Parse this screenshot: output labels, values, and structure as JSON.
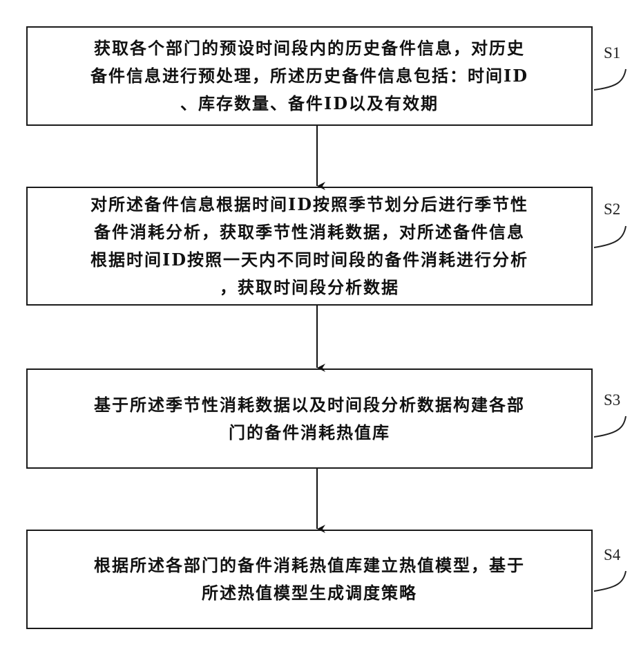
{
  "steps": [
    {
      "id": "S1",
      "label": "S1",
      "text": "获取各个部门的预设时间段内的历史备件信息，对历史\n备件信息进行预处理，所述历史备件信息包括：时间ID\n、库存数量、备件ID以及有效期"
    },
    {
      "id": "S2",
      "label": "S2",
      "text": "对所述备件信息根据时间ID按照季节划分后进行季节性\n备件消耗分析，获取季节性消耗数据，对所述备件信息\n根据时间ID按照一天内不同时间段的备件消耗进行分析\n，获取时间段分析数据"
    },
    {
      "id": "S3",
      "label": "S3",
      "text": "基于所述季节性消耗数据以及时间段分析数据构建各部\n门的备件消耗热值库"
    },
    {
      "id": "S4",
      "label": "S4",
      "text": "根据所述各部门的备件消耗热值库建立热值模型，基于\n所述热值模型生成调度策略"
    }
  ]
}
